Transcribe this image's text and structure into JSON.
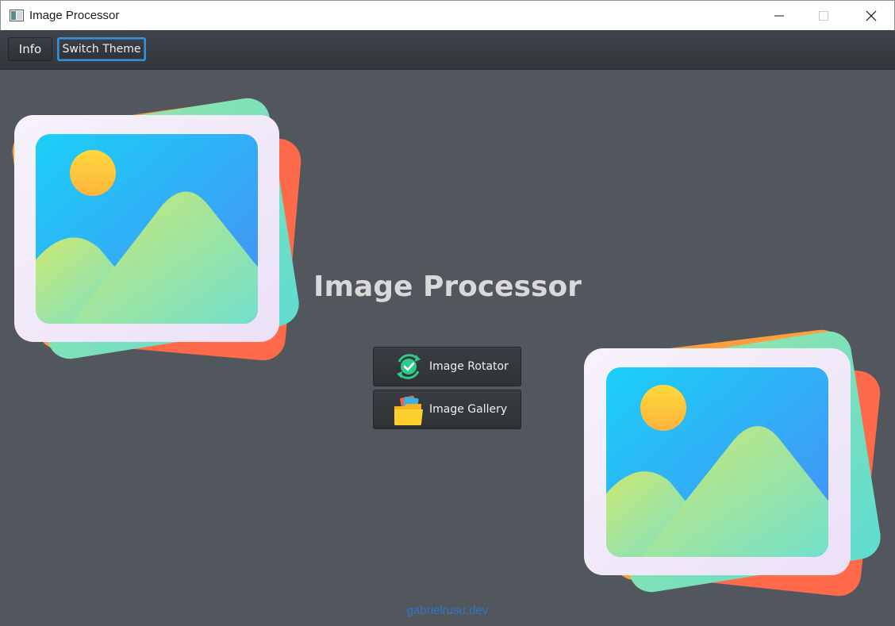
{
  "window": {
    "title": "Image Processor",
    "controls": {
      "minimize": "minimize-icon",
      "maximize": "maximize-icon",
      "close": "close-icon"
    }
  },
  "toolbar": {
    "info_label": "Info",
    "switch_theme_label": "Switch Theme"
  },
  "main": {
    "title": "Image Processor",
    "actions": [
      {
        "label": "Image Rotator",
        "icon": "rotate-check-icon"
      },
      {
        "label": "Image Gallery",
        "icon": "folder-gallery-icon"
      }
    ],
    "decorations": [
      "photo-stack-icon",
      "photo-stack-icon"
    ]
  },
  "footer": {
    "link": "gabrielrusu.dev"
  },
  "colors": {
    "background": "#52575e",
    "toolbar": "#383c41",
    "title_text": "#d9d9d9",
    "focus_border": "#3b8fd6",
    "link": "#2f76c9"
  }
}
